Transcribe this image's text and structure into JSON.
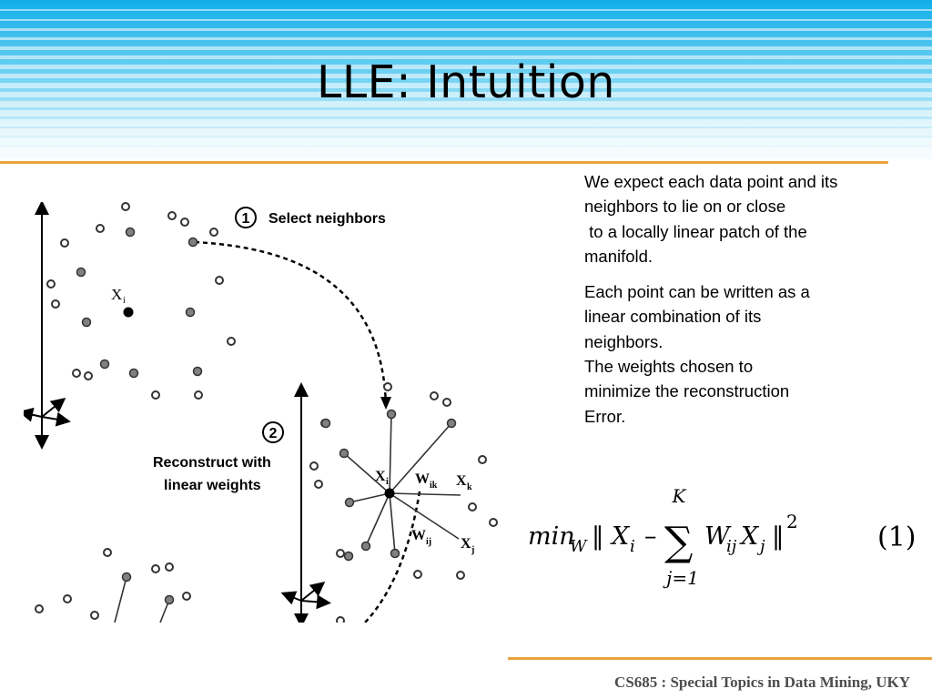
{
  "slide": {
    "title": "LLE: Intuition",
    "footer": "CS685 : Special Topics in Data Mining, UKY"
  },
  "text": {
    "paragraph1": [
      "We expect each data point and its",
      "neighbors to lie on or close",
      " to a locally linear patch of the",
      "manifold."
    ],
    "paragraph2": [
      "Each point can be written as a",
      "linear combination of its",
      "neighbors.",
      "The weights chosen to",
      "minimize the reconstruction",
      "Error."
    ]
  },
  "figure": {
    "step1_number": "1",
    "step1_label": "Select neighbors",
    "step2_number": "2",
    "step2_label_line1": "Reconstruct with",
    "step2_label_line2": "linear weights",
    "xi_label_top": "X",
    "xi_sub_top": "i",
    "xi_label": "X",
    "xi_sub": "i",
    "wik_label": "W",
    "wik_sub": "ik",
    "wij_label": "W",
    "wij_sub": "ij",
    "xk_label": "X",
    "xk_sub": "k",
    "xj_label": "X",
    "xj_sub": "j"
  },
  "equation": {
    "min": "min",
    "min_sub": "W",
    "norm_open": "‖",
    "xi": "X",
    "xi_sub": "i",
    "minus": "–",
    "sum": "∑",
    "sum_upper": "K",
    "sum_lower": "j=1",
    "w": "W",
    "w_sub": "ij",
    "xj": "X",
    "xj_sub": "j",
    "norm_close": "‖",
    "power": "2",
    "number": "(1)"
  },
  "colors": {
    "accent_rule": "#e8a33a",
    "header_blue": "#1ab2ec",
    "footer_text": "#4d4d4d"
  }
}
